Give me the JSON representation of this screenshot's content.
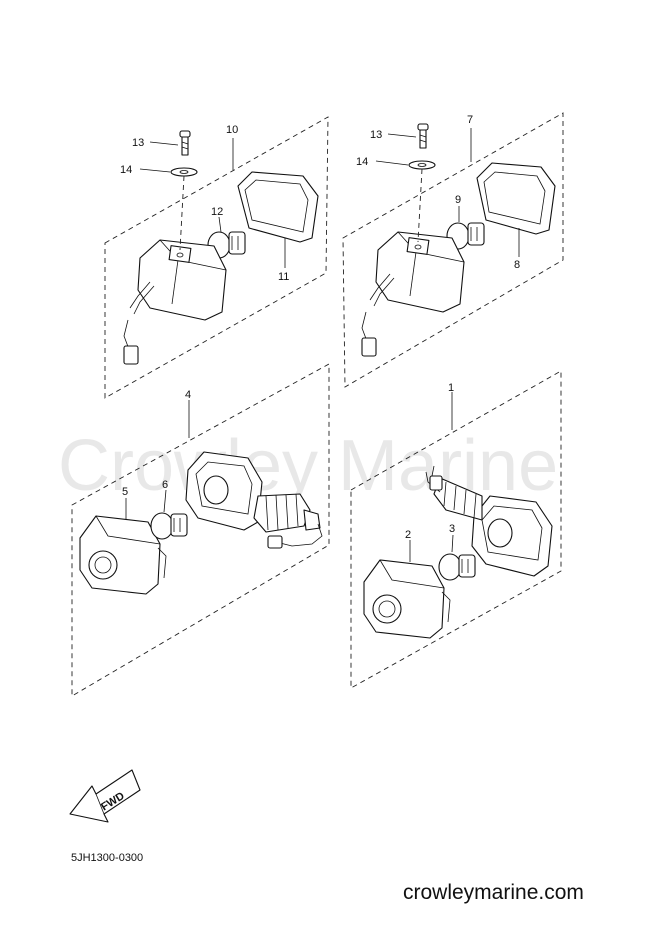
{
  "watermark": "Crowley Marine",
  "footer": {
    "diagram_code": "5JH1300-0300",
    "site": "crowleymarine.com"
  },
  "fwd_arrow": {
    "label": "FWD"
  },
  "callouts": {
    "c1": "1",
    "c2": "2",
    "c3": "3",
    "c4": "4",
    "c5": "5",
    "c6": "6",
    "c7": "7",
    "c8": "8",
    "c9": "9",
    "c10": "10",
    "c11": "11",
    "c12": "12",
    "c13_left": "13",
    "c14_left": "14",
    "c13_right": "13",
    "c14_right": "14"
  }
}
